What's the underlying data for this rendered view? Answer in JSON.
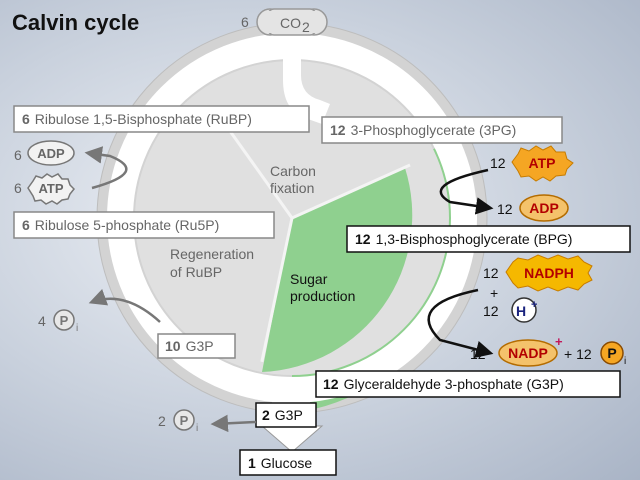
{
  "title": "Calvin cycle",
  "colors": {
    "ring_outer": "#d5d5d5",
    "ring_inner": "#e0e0e0",
    "track": "#ffffff",
    "green": "#8fd08f",
    "atp_fill": "#f5a623",
    "adp_fill": "#f4c26b",
    "nadph_fill": "#f5b800",
    "dim": "#888888"
  },
  "co2": {
    "count": "6",
    "label": "CO",
    "sub": "2"
  },
  "boxes": {
    "rubp": {
      "num": "6",
      "text": "Ribulose 1,5-Bisphosphate (RuBP)"
    },
    "pg3": {
      "num": "12",
      "text": "3-Phosphoglycerate (3PG)"
    },
    "ru5p": {
      "num": "6",
      "text": "Ribulose 5-phosphate (Ru5P)"
    },
    "bpg": {
      "num": "12",
      "text": "1,3-Bisphosphoglycerate (BPG)"
    },
    "g3p10": {
      "num": "10",
      "text": "G3P"
    },
    "g3p12": {
      "num": "12",
      "text": "Glyceraldehyde 3-phosphate (G3P)"
    },
    "g3p2": {
      "num": "2",
      "text": "G3P"
    },
    "glucose": {
      "num": "1",
      "text": "Glucose"
    }
  },
  "sectors": {
    "carbon": [
      "Carbon",
      "fixation"
    ],
    "regen": [
      "Regeneration",
      "of RuBP"
    ],
    "sugar": [
      "Sugar",
      "production"
    ]
  },
  "left_side": {
    "adp": {
      "count": "6",
      "label": "ADP"
    },
    "atp": {
      "count": "6",
      "label": "ATP"
    },
    "pi4": {
      "count": "4",
      "label": "P",
      "sub": "i"
    },
    "pi2": {
      "count": "2",
      "label": "P",
      "sub": "i"
    }
  },
  "right_side": {
    "atp": {
      "count": "12",
      "label": "ATP"
    },
    "adp": {
      "count": "12",
      "label": "ADP"
    },
    "nadph": {
      "count": "12",
      "label": "NADPH"
    },
    "plus": "+",
    "h": {
      "count": "12",
      "label": "H",
      "sup": "+"
    },
    "nadp": {
      "count": "12",
      "label": "NADP",
      "sup": "+"
    },
    "plus2": "+ 12",
    "pi": {
      "label": "P",
      "sub": "i"
    }
  }
}
